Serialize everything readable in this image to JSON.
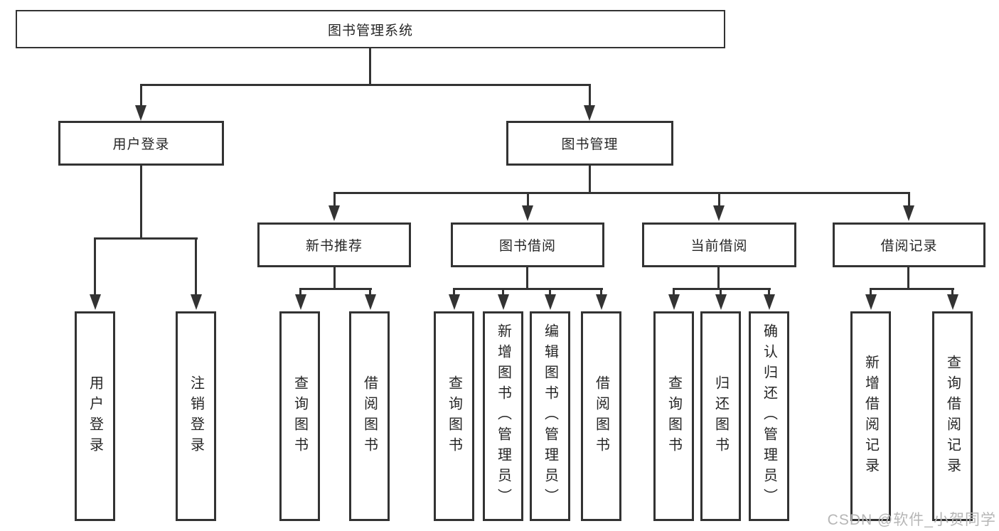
{
  "root": {
    "label": "图书管理系统"
  },
  "login": {
    "label": "用户登录",
    "children": [
      "用户登录",
      "注销登录"
    ]
  },
  "mgmt": {
    "label": "图书管理"
  },
  "sections": [
    {
      "label": "新书推荐",
      "children": [
        "查询图书",
        "借阅图书"
      ]
    },
    {
      "label": "图书借阅",
      "children": [
        "查询图书",
        "新增图书（管理员）",
        "编辑图书（管理员）",
        "借阅图书"
      ]
    },
    {
      "label": "当前借阅",
      "children": [
        "查询图书",
        "归还图书",
        "确认归还（管理员）"
      ]
    },
    {
      "label": "借阅记录",
      "children": [
        "新增借阅记录",
        "查询借阅记录"
      ]
    }
  ],
  "watermark": {
    "text": "CSDN @软件_小贺同学"
  },
  "colors": {
    "line": "#333333",
    "text": "#262626",
    "watermark_text": "#b6b6b6",
    "background": "#ffffff"
  }
}
